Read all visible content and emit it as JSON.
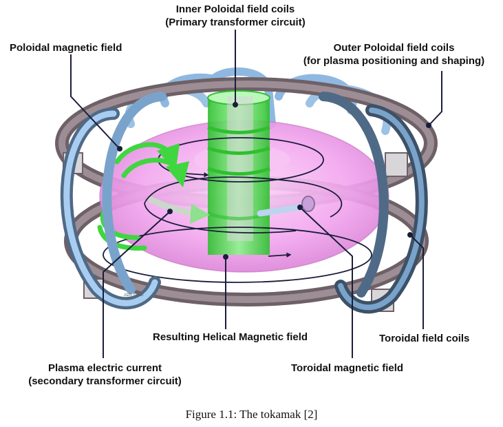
{
  "labels": {
    "inner_poloidal_line1": "Inner Poloidal field coils",
    "inner_poloidal_line2": "(Primary transformer circuit)",
    "poloidal_field": "Poloidal magnetic field",
    "outer_poloidal_line1": "Outer Poloidal field coils",
    "outer_poloidal_line2": "(for plasma positioning and shaping)",
    "helical_field": "Resulting Helical Magnetic field",
    "toroidal_coils": "Toroidal field coils",
    "plasma_current_line1": "Plasma electric current",
    "plasma_current_line2": "(secondary transformer circuit)",
    "toroidal_field": "Toroidal magnetic field"
  },
  "image_code": "JG05.537-1c",
  "caption": "Figure 1.1: The tokamak [2]",
  "colors": {
    "plasma": "#f2a6ee",
    "toroidal_coil": "#8fb8e0",
    "toroidal_coil_dark": "#3d5166",
    "outer_coil": "#7d6e75",
    "solenoid": "#5de85d",
    "poloidal_arrow": "#4be04b",
    "leader_line": "#1a1d3a"
  }
}
